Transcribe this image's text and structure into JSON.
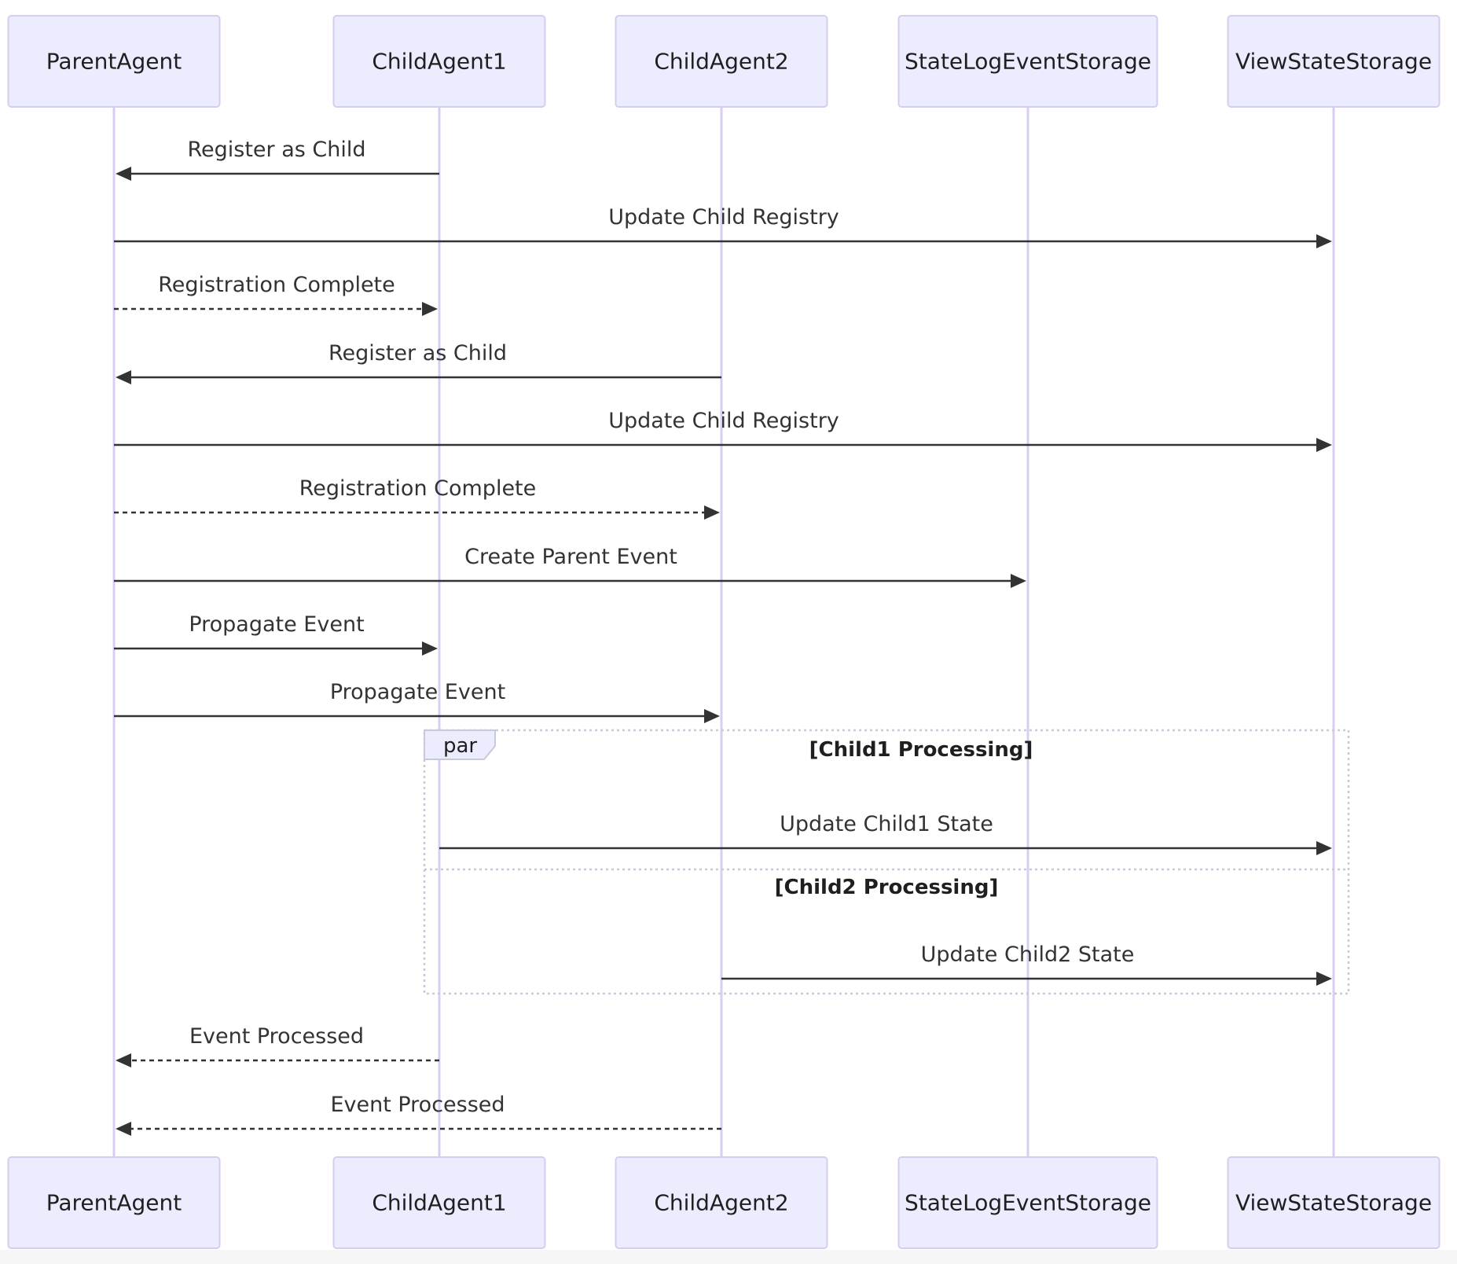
{
  "actors": [
    {
      "id": "parent",
      "label": "ParentAgent"
    },
    {
      "id": "child1",
      "label": "ChildAgent1"
    },
    {
      "id": "child2",
      "label": "ChildAgent2"
    },
    {
      "id": "statelog",
      "label": "StateLogEventStorage"
    },
    {
      "id": "viewstate",
      "label": "ViewStateStorage"
    }
  ],
  "messages": [
    {
      "from": "child1",
      "to": "parent",
      "label": "Register as Child",
      "style": "solid"
    },
    {
      "from": "parent",
      "to": "viewstate",
      "label": "Update Child Registry",
      "style": "solid"
    },
    {
      "from": "parent",
      "to": "child1",
      "label": "Registration Complete",
      "style": "dashed"
    },
    {
      "from": "child2",
      "to": "parent",
      "label": "Register as Child",
      "style": "solid"
    },
    {
      "from": "parent",
      "to": "viewstate",
      "label": "Update Child Registry",
      "style": "solid"
    },
    {
      "from": "parent",
      "to": "child2",
      "label": "Registration Complete",
      "style": "dashed"
    },
    {
      "from": "parent",
      "to": "statelog",
      "label": "Create Parent Event",
      "style": "solid"
    },
    {
      "from": "parent",
      "to": "child1",
      "label": "Propagate Event",
      "style": "solid"
    },
    {
      "from": "parent",
      "to": "child2",
      "label": "Propagate Event",
      "style": "solid"
    },
    {
      "from": "child1",
      "to": "viewstate",
      "label": "Update Child1 State",
      "style": "solid"
    },
    {
      "from": "child2",
      "to": "viewstate",
      "label": "Update Child2 State",
      "style": "solid"
    },
    {
      "from": "child1",
      "to": "parent",
      "label": "Event Processed",
      "style": "dashed"
    },
    {
      "from": "child2",
      "to": "parent",
      "label": "Event Processed",
      "style": "dashed"
    }
  ],
  "par_block": {
    "keyword": "par",
    "sections": [
      {
        "label": "[Child1 Processing]"
      },
      {
        "label": "[Child2 Processing]"
      }
    ]
  }
}
